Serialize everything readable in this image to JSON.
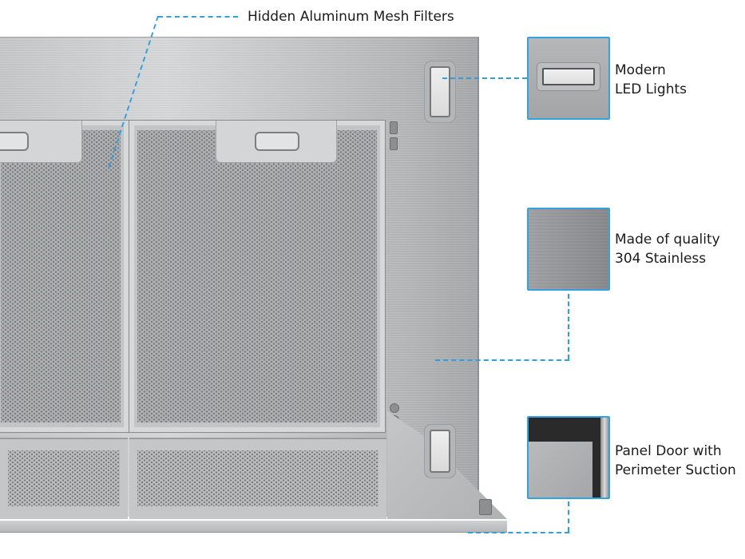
{
  "image": {
    "subject": "under-cabinet range hood insert, stainless steel, with baffle/mesh filters",
    "background": "#ffffff",
    "accent_color": "#34a3dd"
  },
  "callouts": [
    {
      "id": "filters",
      "label": "Hidden Aluminum Mesh Filters",
      "lines": [
        "Hidden Aluminum Mesh Filters"
      ],
      "has_thumbnail": false
    },
    {
      "id": "led",
      "label": "Modern LED Lights",
      "lines": [
        "Modern",
        "LED Lights"
      ],
      "has_thumbnail": true
    },
    {
      "id": "steel",
      "label": "Made of quality 304 Stainless",
      "lines": [
        "Made of quality",
        "304 Stainless"
      ],
      "has_thumbnail": true
    },
    {
      "id": "door",
      "label": "Panel Door with Perimeter Suction",
      "lines": [
        "Panel Door with",
        "Perimeter Suction"
      ],
      "has_thumbnail": true
    }
  ]
}
